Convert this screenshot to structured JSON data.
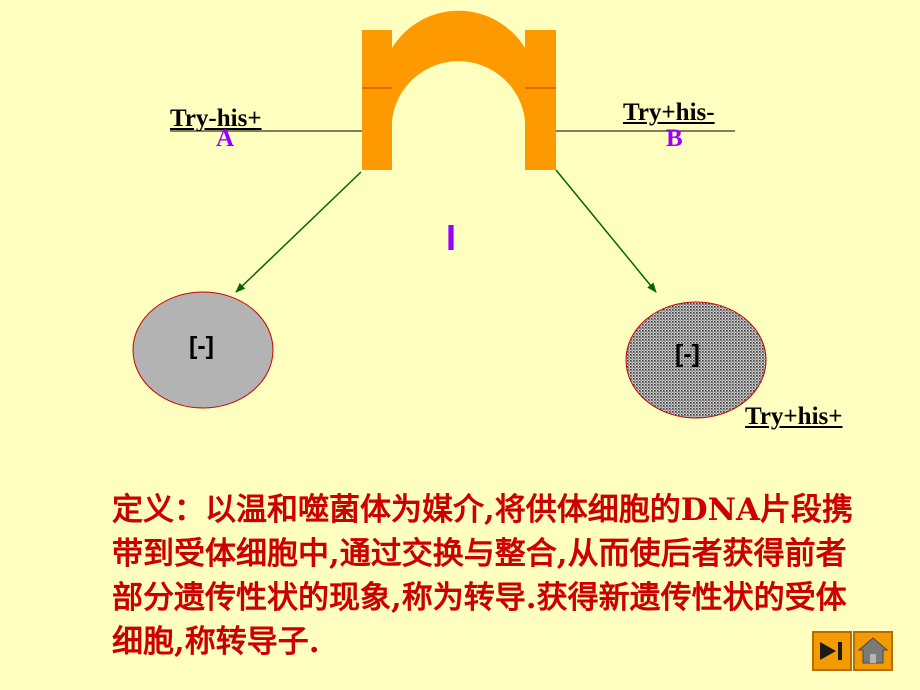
{
  "colors": {
    "background": "#ffffc0",
    "phage": "#ff9900",
    "arrow": "#006600",
    "letter_accent": "#9900ff",
    "definition_text": "#cc0000",
    "cell_outline": "#cc0000",
    "cell_fill": "#b3b3b3"
  },
  "labels": {
    "donor_genotype": "Try-his+",
    "recipient_genotype": "Try+his-",
    "donor_letter": "A",
    "recipient_letter": "B",
    "phage_mark": "I",
    "left_cell": "[-]",
    "right_cell": "[-]",
    "transductant_genotype": "Try+his+"
  },
  "definition": "定义：以温和噬菌体为媒介,将供体细胞的DNA片段携带到受体细胞中,通过交换与整合,从而使后者获得前者部分遗传性状的现象,称为转导.获得新遗传性状的受体细胞,称转导子.",
  "nav": {
    "next_icon": "play-end-icon",
    "home_icon": "home-icon"
  }
}
